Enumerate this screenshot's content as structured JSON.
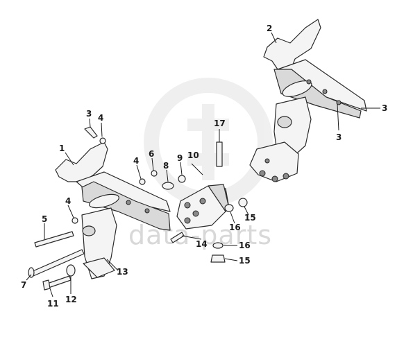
{
  "watermark": {
    "text": "data-parts"
  },
  "callouts": [
    {
      "id": "c1",
      "label": "1"
    },
    {
      "id": "c2",
      "label": "2"
    },
    {
      "id": "c3a",
      "label": "3"
    },
    {
      "id": "c3b",
      "label": "3"
    },
    {
      "id": "c3c",
      "label": "3"
    },
    {
      "id": "c4a",
      "label": "4"
    },
    {
      "id": "c4b",
      "label": "4"
    },
    {
      "id": "c4c",
      "label": "4"
    },
    {
      "id": "c5",
      "label": "5"
    },
    {
      "id": "c6",
      "label": "6"
    },
    {
      "id": "c7",
      "label": "7"
    },
    {
      "id": "c8",
      "label": "8"
    },
    {
      "id": "c9",
      "label": "9"
    },
    {
      "id": "c10",
      "label": "10"
    },
    {
      "id": "c11",
      "label": "11"
    },
    {
      "id": "c12",
      "label": "12"
    },
    {
      "id": "c13",
      "label": "13"
    },
    {
      "id": "c14",
      "label": "14"
    },
    {
      "id": "c15a",
      "label": "15"
    },
    {
      "id": "c15b",
      "label": "15"
    },
    {
      "id": "c16a",
      "label": "16"
    },
    {
      "id": "c16b",
      "label": "16"
    },
    {
      "id": "c17",
      "label": "17"
    }
  ]
}
